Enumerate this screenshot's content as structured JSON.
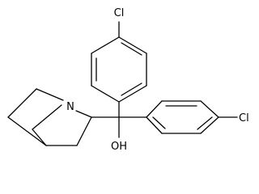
{
  "molecule": {
    "labels": {
      "cl_top": "Cl",
      "cl_right": "Cl",
      "n": "N",
      "oh": "OH"
    }
  }
}
